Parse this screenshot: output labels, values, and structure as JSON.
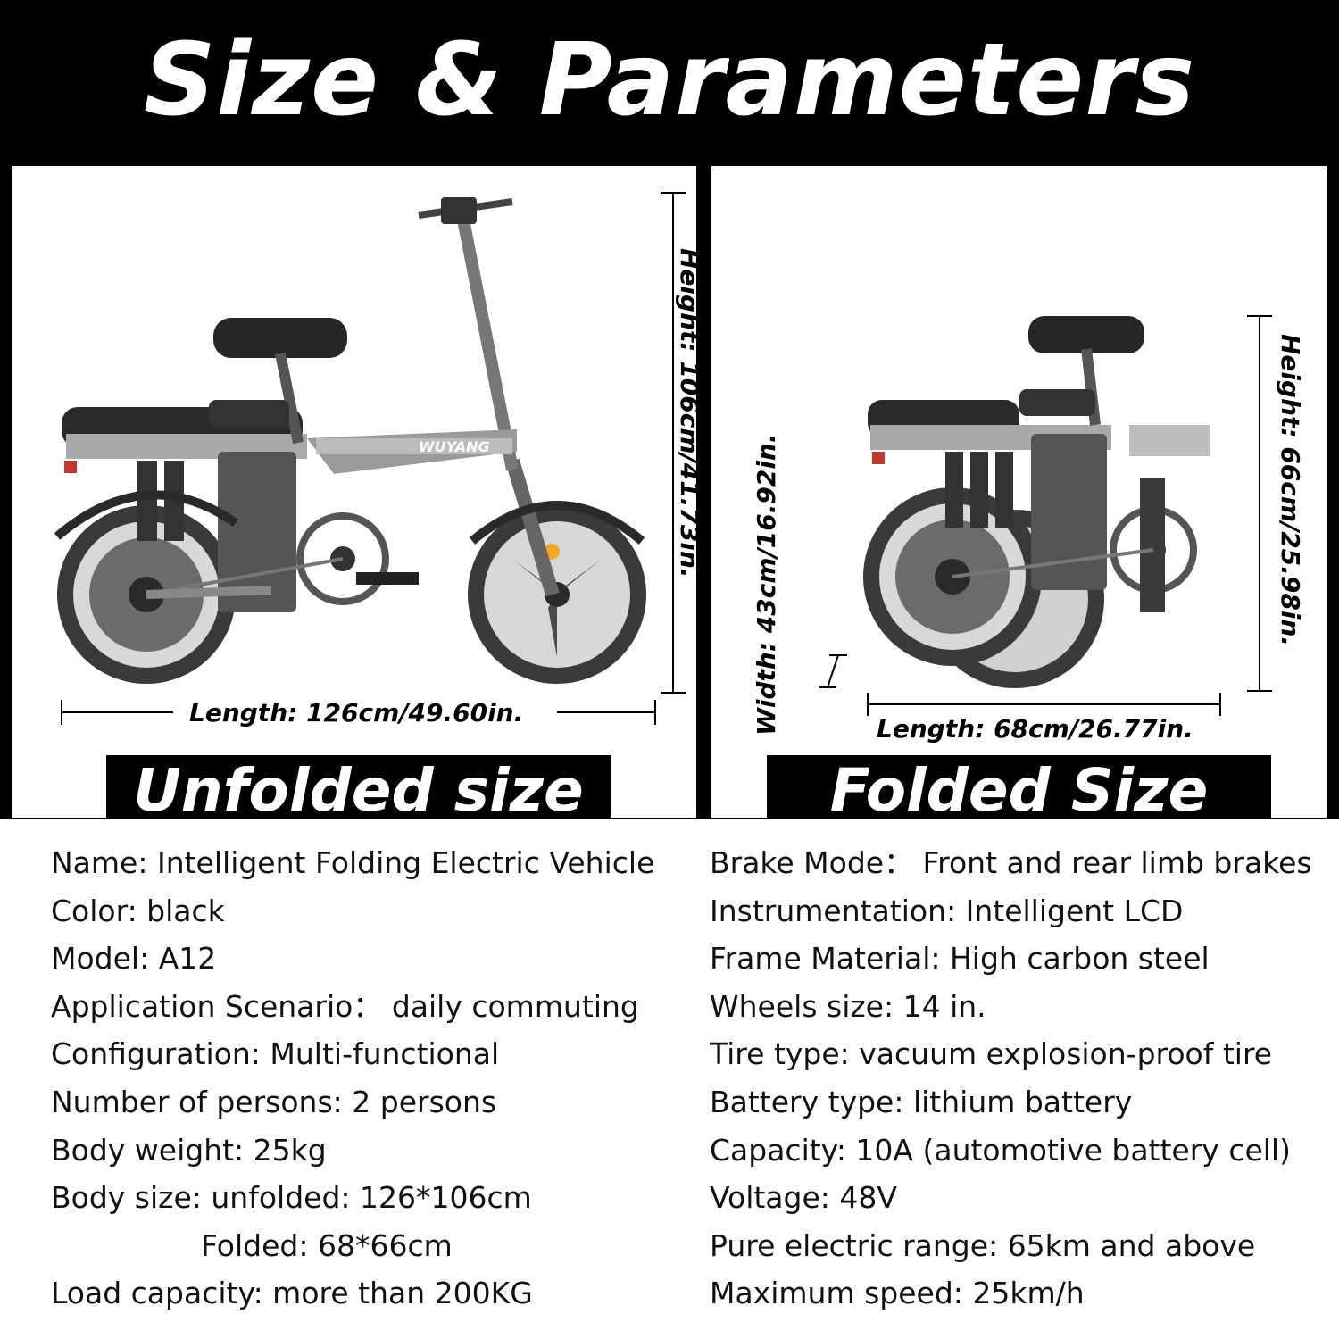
{
  "title": "Size & Parameters",
  "unfolded": {
    "label": "Unfolded size",
    "height": "Height: 106cm/41.73in.",
    "length": "Length: 126cm/49.60in.",
    "brand": "WUYANG"
  },
  "folded": {
    "label": "Folded Size",
    "height": "Height: 66cm/25.98in.",
    "width": "Width: 43cm/16.92in.",
    "length": "Length: 68cm/26.77in."
  },
  "specs_left": [
    "Name: Intelligent Folding Electric Vehicle",
    "Color: black",
    "Model: A12",
    "Application Scenario： daily commuting",
    "Configuration: Multi-functional",
    "Number of persons: 2 persons",
    "Body weight: 25kg",
    "Body size: unfolded: 126*106cm",
    "Folded: 68*66cm",
    "Load capacity: more than 200KG"
  ],
  "specs_right": [
    "Brake Mode： Front and rear limb brakes",
    "Instrumentation: Intelligent LCD",
    "Frame Material: High carbon steel",
    "Wheels size: 14 in.",
    "Tire type: vacuum explosion-proof tire",
    "Battery type: lithium battery",
    "Capacity: 10A (automotive battery cell)",
    "Voltage: 48V",
    "Pure electric range: 65km and above",
    "Maximum speed: 25km/h"
  ],
  "colors": {
    "background": "#000000",
    "panel": "#ffffff",
    "text": "#111111",
    "accent_reflector": "#f5a623"
  }
}
